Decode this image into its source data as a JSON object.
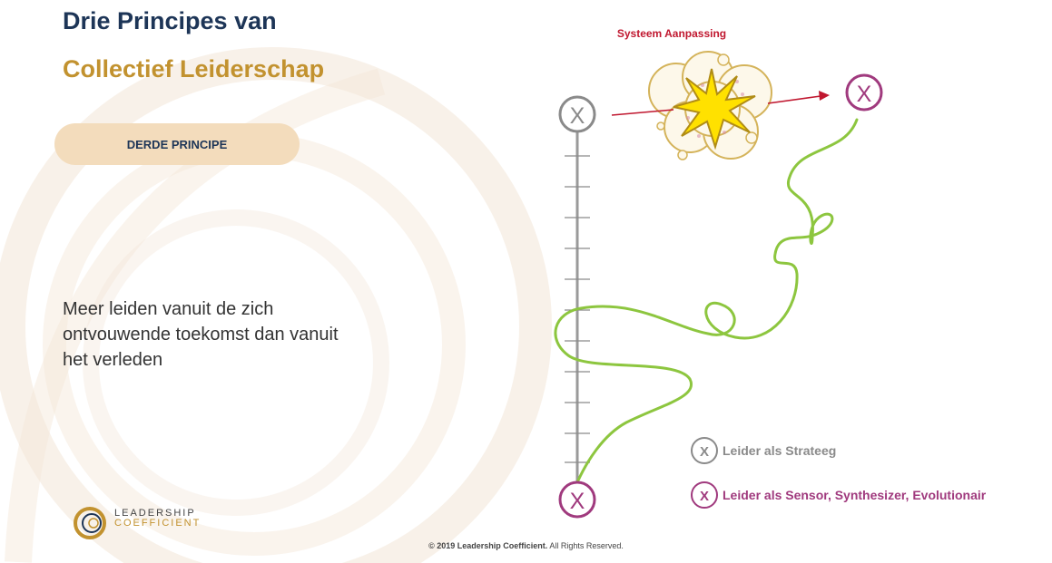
{
  "slide": {
    "title_line1": "Drie Principes van",
    "title_line2": "Collectief Leiderschap",
    "pill_label": "DERDE PRINCIPE",
    "body_text": "Meer leiden vanuit de zich ontvouwende toekomst dan vanuit het verleden"
  },
  "diagram": {
    "system_label": "Systeem Aanpassing",
    "marker_symbol": "X",
    "legend": [
      {
        "marker": "X",
        "label": "Leider als Strateeg",
        "color": "#8a8a8a"
      },
      {
        "marker": "X",
        "label": "Leider als Sensor, Synthesizer, Evolutionair",
        "color": "#a03a7e"
      }
    ]
  },
  "footer": {
    "logo_word1": "LEADERSHIP",
    "logo_word2": "COEFFICIENT",
    "copyright_bold": "© 2019 Leadership Coefficient.",
    "copyright_rest": " All Rights Reserved."
  },
  "colors": {
    "navy": "#1d3557",
    "gold": "#c2922f",
    "pill": "#f3dcbc",
    "gray_marker": "#8a8a8a",
    "magenta_marker": "#a03a7e",
    "path_green": "#8dc63f",
    "arrow_red": "#c0172f"
  }
}
